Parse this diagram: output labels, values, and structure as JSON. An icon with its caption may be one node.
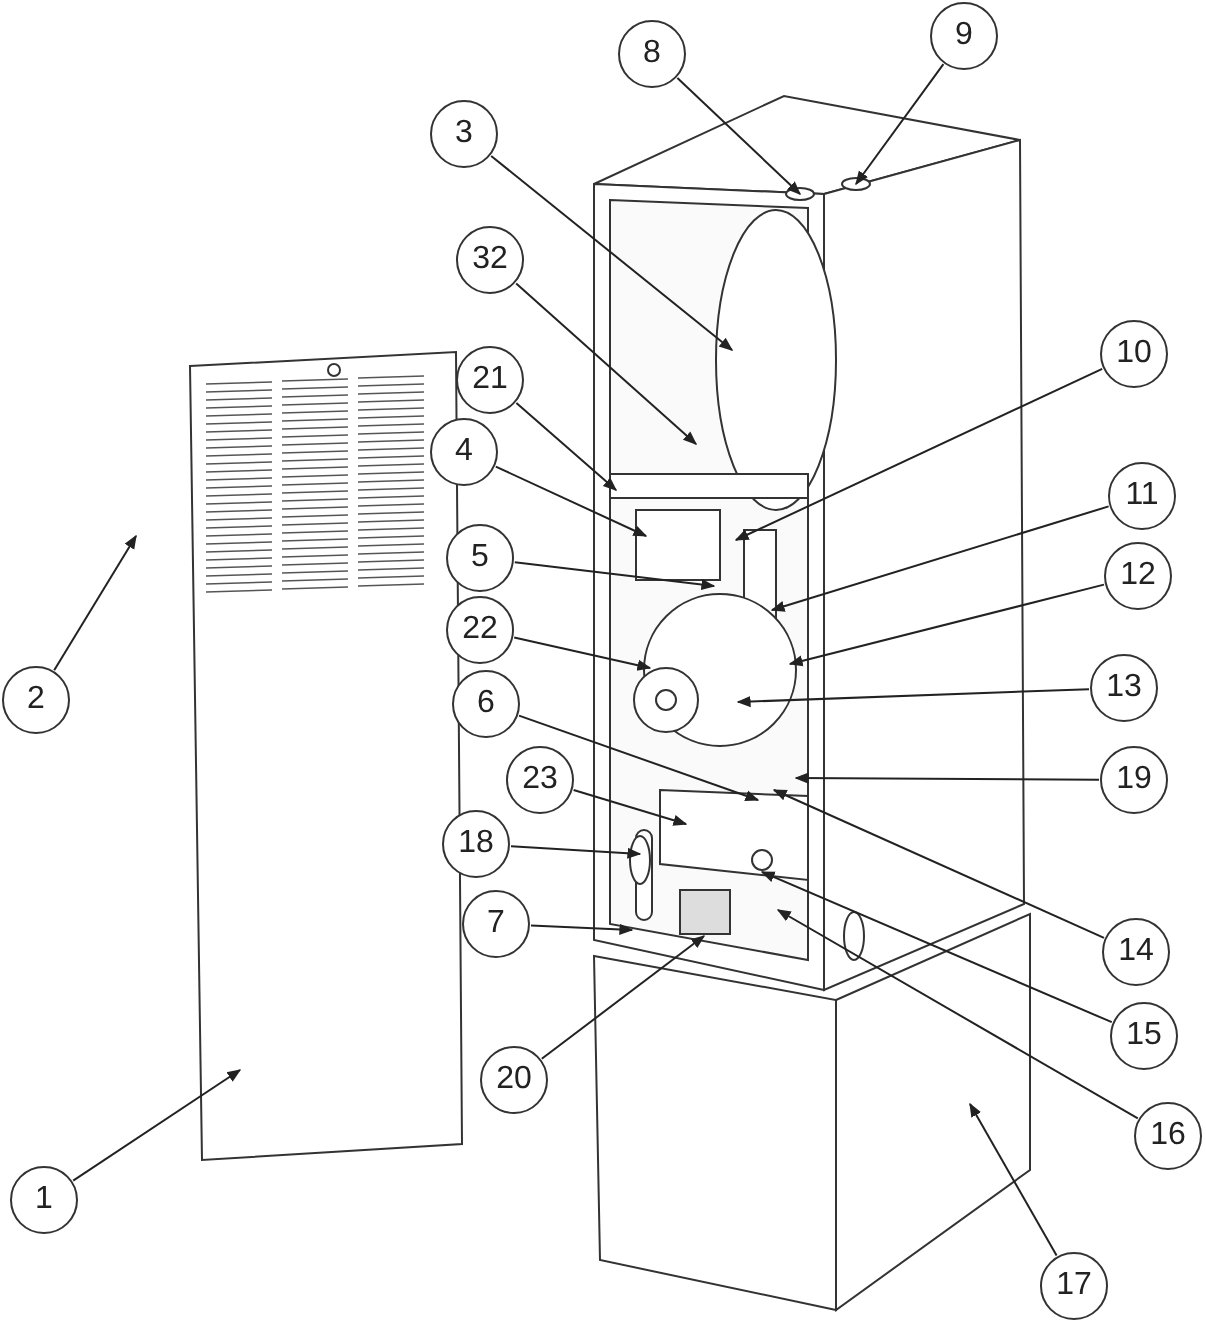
{
  "diagram": {
    "nodes": [
      {
        "text": [
          "1"
        ]
      },
      {
        "text": [
          "2"
        ]
      },
      {
        "text": [
          "3"
        ]
      },
      {
        "text": [
          "4"
        ]
      },
      {
        "text": [
          "5"
        ]
      },
      {
        "text": [
          "6"
        ]
      },
      {
        "text": [
          "7"
        ]
      },
      {
        "text": [
          "8"
        ]
      },
      {
        "text": [
          "9"
        ]
      },
      {
        "text": [
          "10"
        ]
      },
      {
        "text": [
          "11"
        ]
      },
      {
        "text": [
          "12"
        ]
      },
      {
        "text": [
          "13"
        ]
      },
      {
        "text": [
          "14"
        ]
      },
      {
        "text": [
          "15"
        ]
      },
      {
        "text": [
          "16"
        ]
      },
      {
        "text": [
          "17"
        ]
      },
      {
        "text": [
          "18"
        ]
      },
      {
        "text": [
          "19"
        ]
      },
      {
        "text": [
          "20"
        ]
      },
      {
        "text": [
          "21"
        ]
      },
      {
        "text": [
          "22"
        ]
      },
      {
        "text": [
          "23"
        ]
      },
      {
        "text": [
          "32"
        ]
      }
    ],
    "edges": [
      {
        "from": 0,
        "to": null,
        "arrow": "to"
      },
      {
        "from": 1,
        "to": null,
        "arrow": "to"
      },
      {
        "from": 2,
        "to": null,
        "arrow": "to"
      },
      {
        "from": 3,
        "to": null,
        "arrow": "to"
      },
      {
        "from": 4,
        "to": null,
        "arrow": "to"
      },
      {
        "from": 5,
        "to": null,
        "arrow": "to"
      },
      {
        "from": 6,
        "to": null,
        "arrow": "to"
      },
      {
        "from": 7,
        "to": null,
        "arrow": "to"
      },
      {
        "from": 8,
        "to": null,
        "arrow": "to"
      },
      {
        "from": 9,
        "to": null,
        "arrow": "to"
      },
      {
        "from": 10,
        "to": null,
        "arrow": "to"
      },
      {
        "from": 11,
        "to": null,
        "arrow": "to"
      },
      {
        "from": 12,
        "to": null,
        "arrow": "to"
      },
      {
        "from": 13,
        "to": null,
        "arrow": "to"
      },
      {
        "from": 14,
        "to": null,
        "arrow": "to"
      },
      {
        "from": 15,
        "to": null,
        "arrow": "to"
      },
      {
        "from": 16,
        "to": null,
        "arrow": "to"
      },
      {
        "from": 17,
        "to": null,
        "arrow": "to"
      },
      {
        "from": 18,
        "to": null,
        "arrow": "to"
      },
      {
        "from": 19,
        "to": null,
        "arrow": "to"
      },
      {
        "from": 20,
        "to": null,
        "arrow": "to"
      },
      {
        "from": 21,
        "to": null,
        "arrow": "to"
      },
      {
        "from": 22,
        "to": null,
        "arrow": "to"
      },
      {
        "from": 23,
        "to": null,
        "arrow": "to"
      }
    ]
  }
}
